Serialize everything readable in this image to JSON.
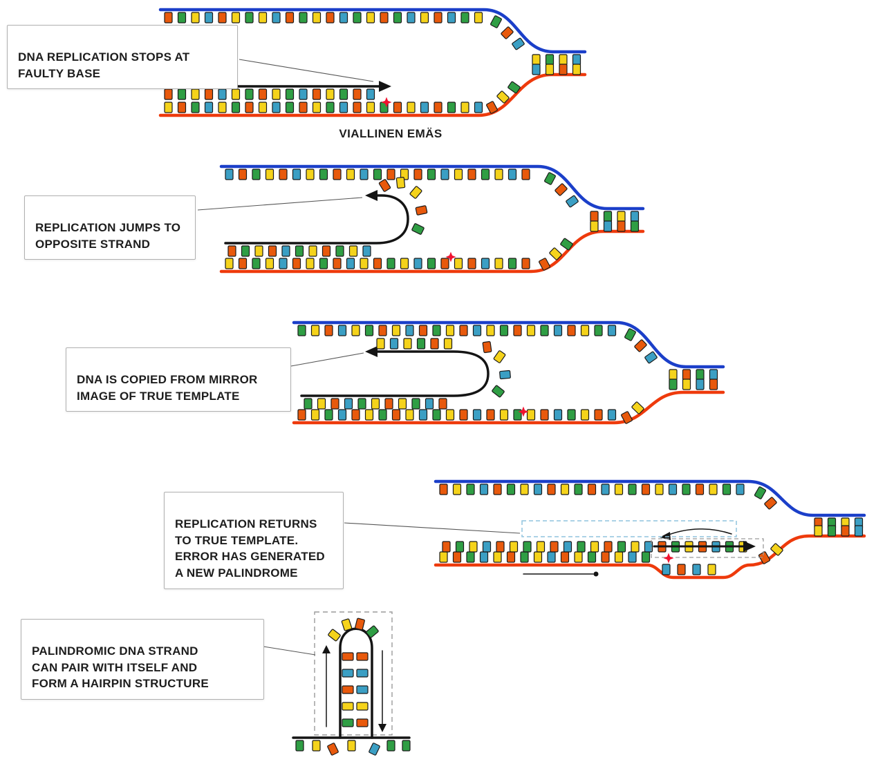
{
  "labels": {
    "panel1": "DNA REPLICATION STOPS AT\nFAULTY BASE",
    "panel1_caption": "VIALLINEN EMÄS",
    "panel2": "REPLICATION JUMPS TO\nOPPOSITE STRAND",
    "panel3": "DNA IS COPIED FROM MIRROR\nIMAGE OF TRUE TEMPLATE",
    "panel4": "REPLICATION RETURNS\nTO TRUE TEMPLATE.\nERROR HAS GENERATED\nA NEW PALINDROME",
    "panel5": "PALINDROMIC DNA STRAND\nCAN PAIR WITH ITSELF AND\nFORM A HAIRPIN STRUCTURE"
  },
  "colors": {
    "base_green": "#2f9e44",
    "base_orange": "#e8590c",
    "base_yellow": "#f5d31b",
    "base_teal": "#3b9fc4",
    "strand_top": "#1b3fc9",
    "strand_bottom": "#ee3a0c",
    "strand_new": "#141414",
    "error_marker": "#f0132f",
    "background": "#ffffff",
    "box_border": "#b0b0b0",
    "text": "#1d1d1d"
  },
  "sequences": {
    "p1_top": "OGYBOYGYBOGYOBGYOGBYOBGY",
    "p1_template": "YOGBYGOYBGOYGBOYGOYBOGYB",
    "p1_new": "OGYOBYGOYGBOYGOB",
    "p1_curve_top": "GOB",
    "p1_curve_bottom": "OYG",
    "p1_fork_top": "YGYB",
    "p1_fork_bottom": "BYOY",
    "p2_top": "BOGYOBYGOYBGOYOGBYOGYBO",
    "p2_template": "YOGYBOYGOBYOGYBGOYOBYGO",
    "p2_new": "OGYOBGYOGYB",
    "p2_loop": "OYYOG",
    "p2_curve_top": "GOB",
    "p2_curve_bottom": "OYG",
    "p2_fork_top": "OGYB",
    "p2_fork_bottom": "YBOG",
    "p3_top": "GYOBYGOYBOGYOBYGOYGBOYGB",
    "p3_template": "OYGBOYGOYBGYOBOYGYOBGYOB",
    "p3_new_bottom": "GYOBGYOYGBO",
    "p3_new_top": "YBYGOY",
    "p3_loop": "OYBG",
    "p3_curve_top": "GOB",
    "p3_curve_bottom": "OY",
    "p3_fork_top": "YOGB",
    "p3_fork_bottom": "GYBO",
    "p4_top": "OYGBOGYBOYGOBYGOYBGOYGB",
    "p4_new": "OGYBOYGYOBGYOGYBOGYOBGY",
    "p4_template": "YOGBYOGYBOYGOYBG",
    "p4_bulge": "BOBY",
    "p4_curve_top": "GO",
    "p4_curve_bottom": "OY",
    "p4_fork_top": "OGYB",
    "p4_fork_bottom": "YGOB",
    "p5_loop": "YYOG",
    "p5_rungs": [
      [
        "O",
        "O"
      ],
      [
        "B",
        "B"
      ],
      [
        "O",
        "B"
      ],
      [
        "Y",
        "Y"
      ],
      [
        "G",
        "O"
      ]
    ],
    "p5_bottom": "GYOYBGG"
  }
}
